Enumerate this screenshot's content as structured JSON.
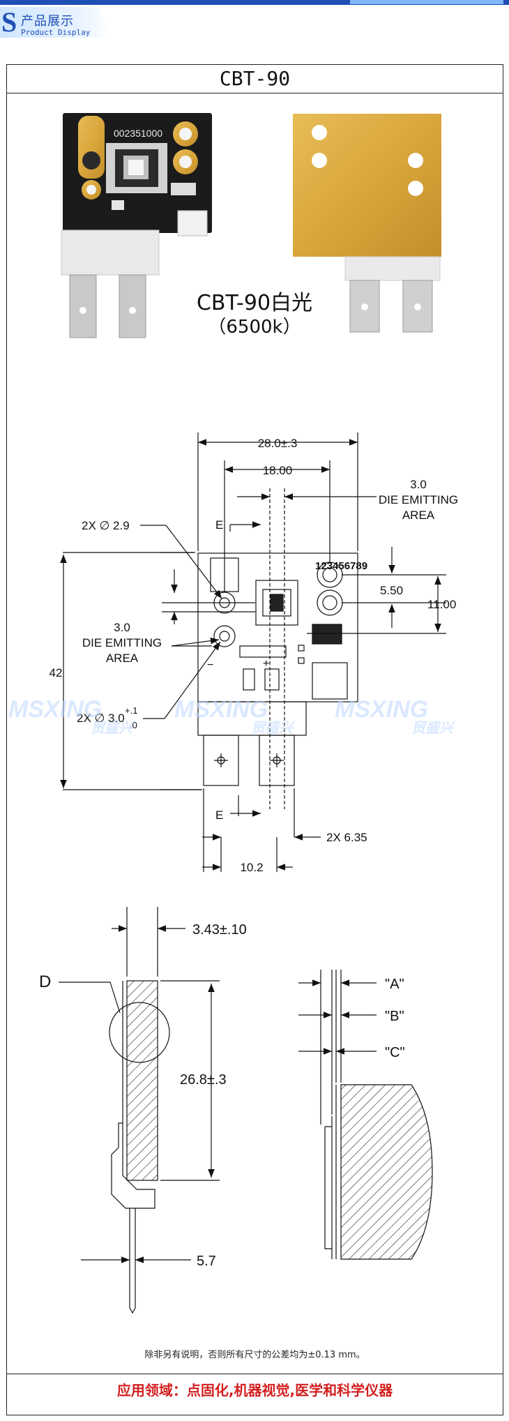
{
  "header": {
    "badge_letter": "S",
    "badge_title_cn": "产品展示",
    "badge_title_en": "Product Display"
  },
  "product": {
    "title": "CBT-90",
    "caption_line1": "CBT-90白光",
    "caption_line2": "（6500k）",
    "front_photo_label": "002351000",
    "pcb_marking": "123456789"
  },
  "drawing": {
    "top_view": {
      "width_total": "28.0±.3",
      "hole_spacing": "18.00",
      "die_area_label_right": [
        "3.0",
        "DIE EMITTING",
        "AREA"
      ],
      "hole_small": "2X ∅ 2.9",
      "section_marker": "E",
      "dim_550": "5.50",
      "dim_1100": "11.00",
      "height_total": "42",
      "die_area_label_left": [
        "3.0",
        "DIE EMITTING",
        "AREA"
      ],
      "hole_large_prefix": "2X ∅ 3.0",
      "hole_large_tol_upper": "+.1",
      "hole_large_tol_lower": ".0",
      "tab_width": "2X 6.35",
      "tab_pitch": "10.2"
    },
    "side_view": {
      "thickness": "3.43±.10",
      "detail_label": "D",
      "body_height": "26.8±.3",
      "pin_length": "5.7"
    },
    "detail_view": {
      "label_a": "\"A\"",
      "label_b": "\"B\"",
      "label_c": "\"C\""
    }
  },
  "watermark": {
    "brand": "MSXING",
    "brand_cn": "贸盛兴"
  },
  "note": "除非另有说明，否则所有尺寸的公差均为±0.13 mm。",
  "footer": "应用领域：点固化,机器视觉,医学和科学仪器",
  "colors": {
    "brand_blue": "#1f4fb4",
    "footer_red": "#d31f1f",
    "gold": "#d9a63c"
  }
}
